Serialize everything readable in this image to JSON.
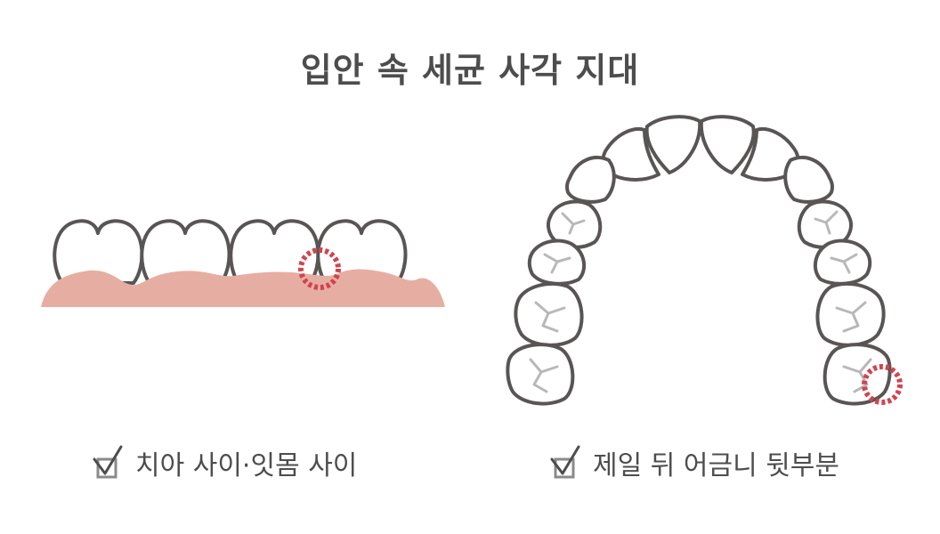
{
  "title": "입안 속 세균 사각 지대",
  "captions": [
    {
      "label": "치아 사이·잇몸 사이",
      "checked": true
    },
    {
      "label": "제일 뒤 어금니 뒷부분",
      "checked": true
    }
  ],
  "colors": {
    "text": "#4d4d4d",
    "tooth_outline": "#595555",
    "gum": "#e6aea2",
    "highlight": "#d2434f",
    "fissure": "#b8b8b8",
    "checkbox": "#8a8a8a"
  }
}
